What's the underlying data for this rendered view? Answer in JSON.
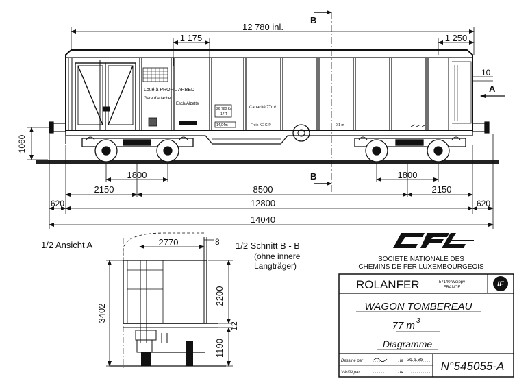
{
  "dimensions": {
    "overall_internal": "12 780 inl.",
    "door_width": "1 175",
    "end_overhang": "1 250",
    "ten": "10",
    "height_buffer": "1060",
    "bogie_wheelbase_left": "1800",
    "bogie_wheelbase_right": "1800",
    "end_to_bogie_left": "2150",
    "bogie_centers": "8500",
    "end_to_bogie_right": "2150",
    "buffer_left": "620",
    "over_frames": "12800",
    "buffer_right": "620",
    "over_buffers": "14040"
  },
  "section_labels": {
    "a_top": "A",
    "b_top": "B",
    "b_bottom": "B"
  },
  "wagon_markings": {
    "owner": "Loué à PROFIL ARBED",
    "home_station_label": "Gare d'attache :",
    "home_station": "Esch/Alzette",
    "weights": "26 780 Kg",
    "tare": "17 T",
    "capacity": "Capacité 77m³",
    "length_mark": "14,04m",
    "brake": "Frein KE G-P",
    "side_mark": "0,1 m"
  },
  "view_titles": {
    "half_view": "1/2 Ansicht A",
    "half_section_line1": "1/2 Schnitt B - B",
    "half_section_line2": "(ohne innere",
    "half_section_line3": "Langträger)"
  },
  "section_dimensions": {
    "width": "2770",
    "thickness": "8",
    "body_height": "2200",
    "gap": "12",
    "floor_height": "1190",
    "total_height": "3402"
  },
  "title_block": {
    "company_line1": "SOCIETE NATIONALE DES",
    "company_line2": "CHEMINS DE FER LUXEMBOURGEOIS",
    "manufacturer": "ROLANFER",
    "address_line1": "57140 Woippy",
    "address_line2": "FRANCE",
    "title": "WAGON TOMBEREAU",
    "capacity": "77 m",
    "capacity_exp": "3",
    "subtitle": "Diagramme",
    "drawn_by_label": "Dessiné par",
    "date_label": "le",
    "date": "26.5.95",
    "checked_by_label": "Vérifié par",
    "checked_date_label": "le",
    "drawing_number": "N°545055-A"
  }
}
